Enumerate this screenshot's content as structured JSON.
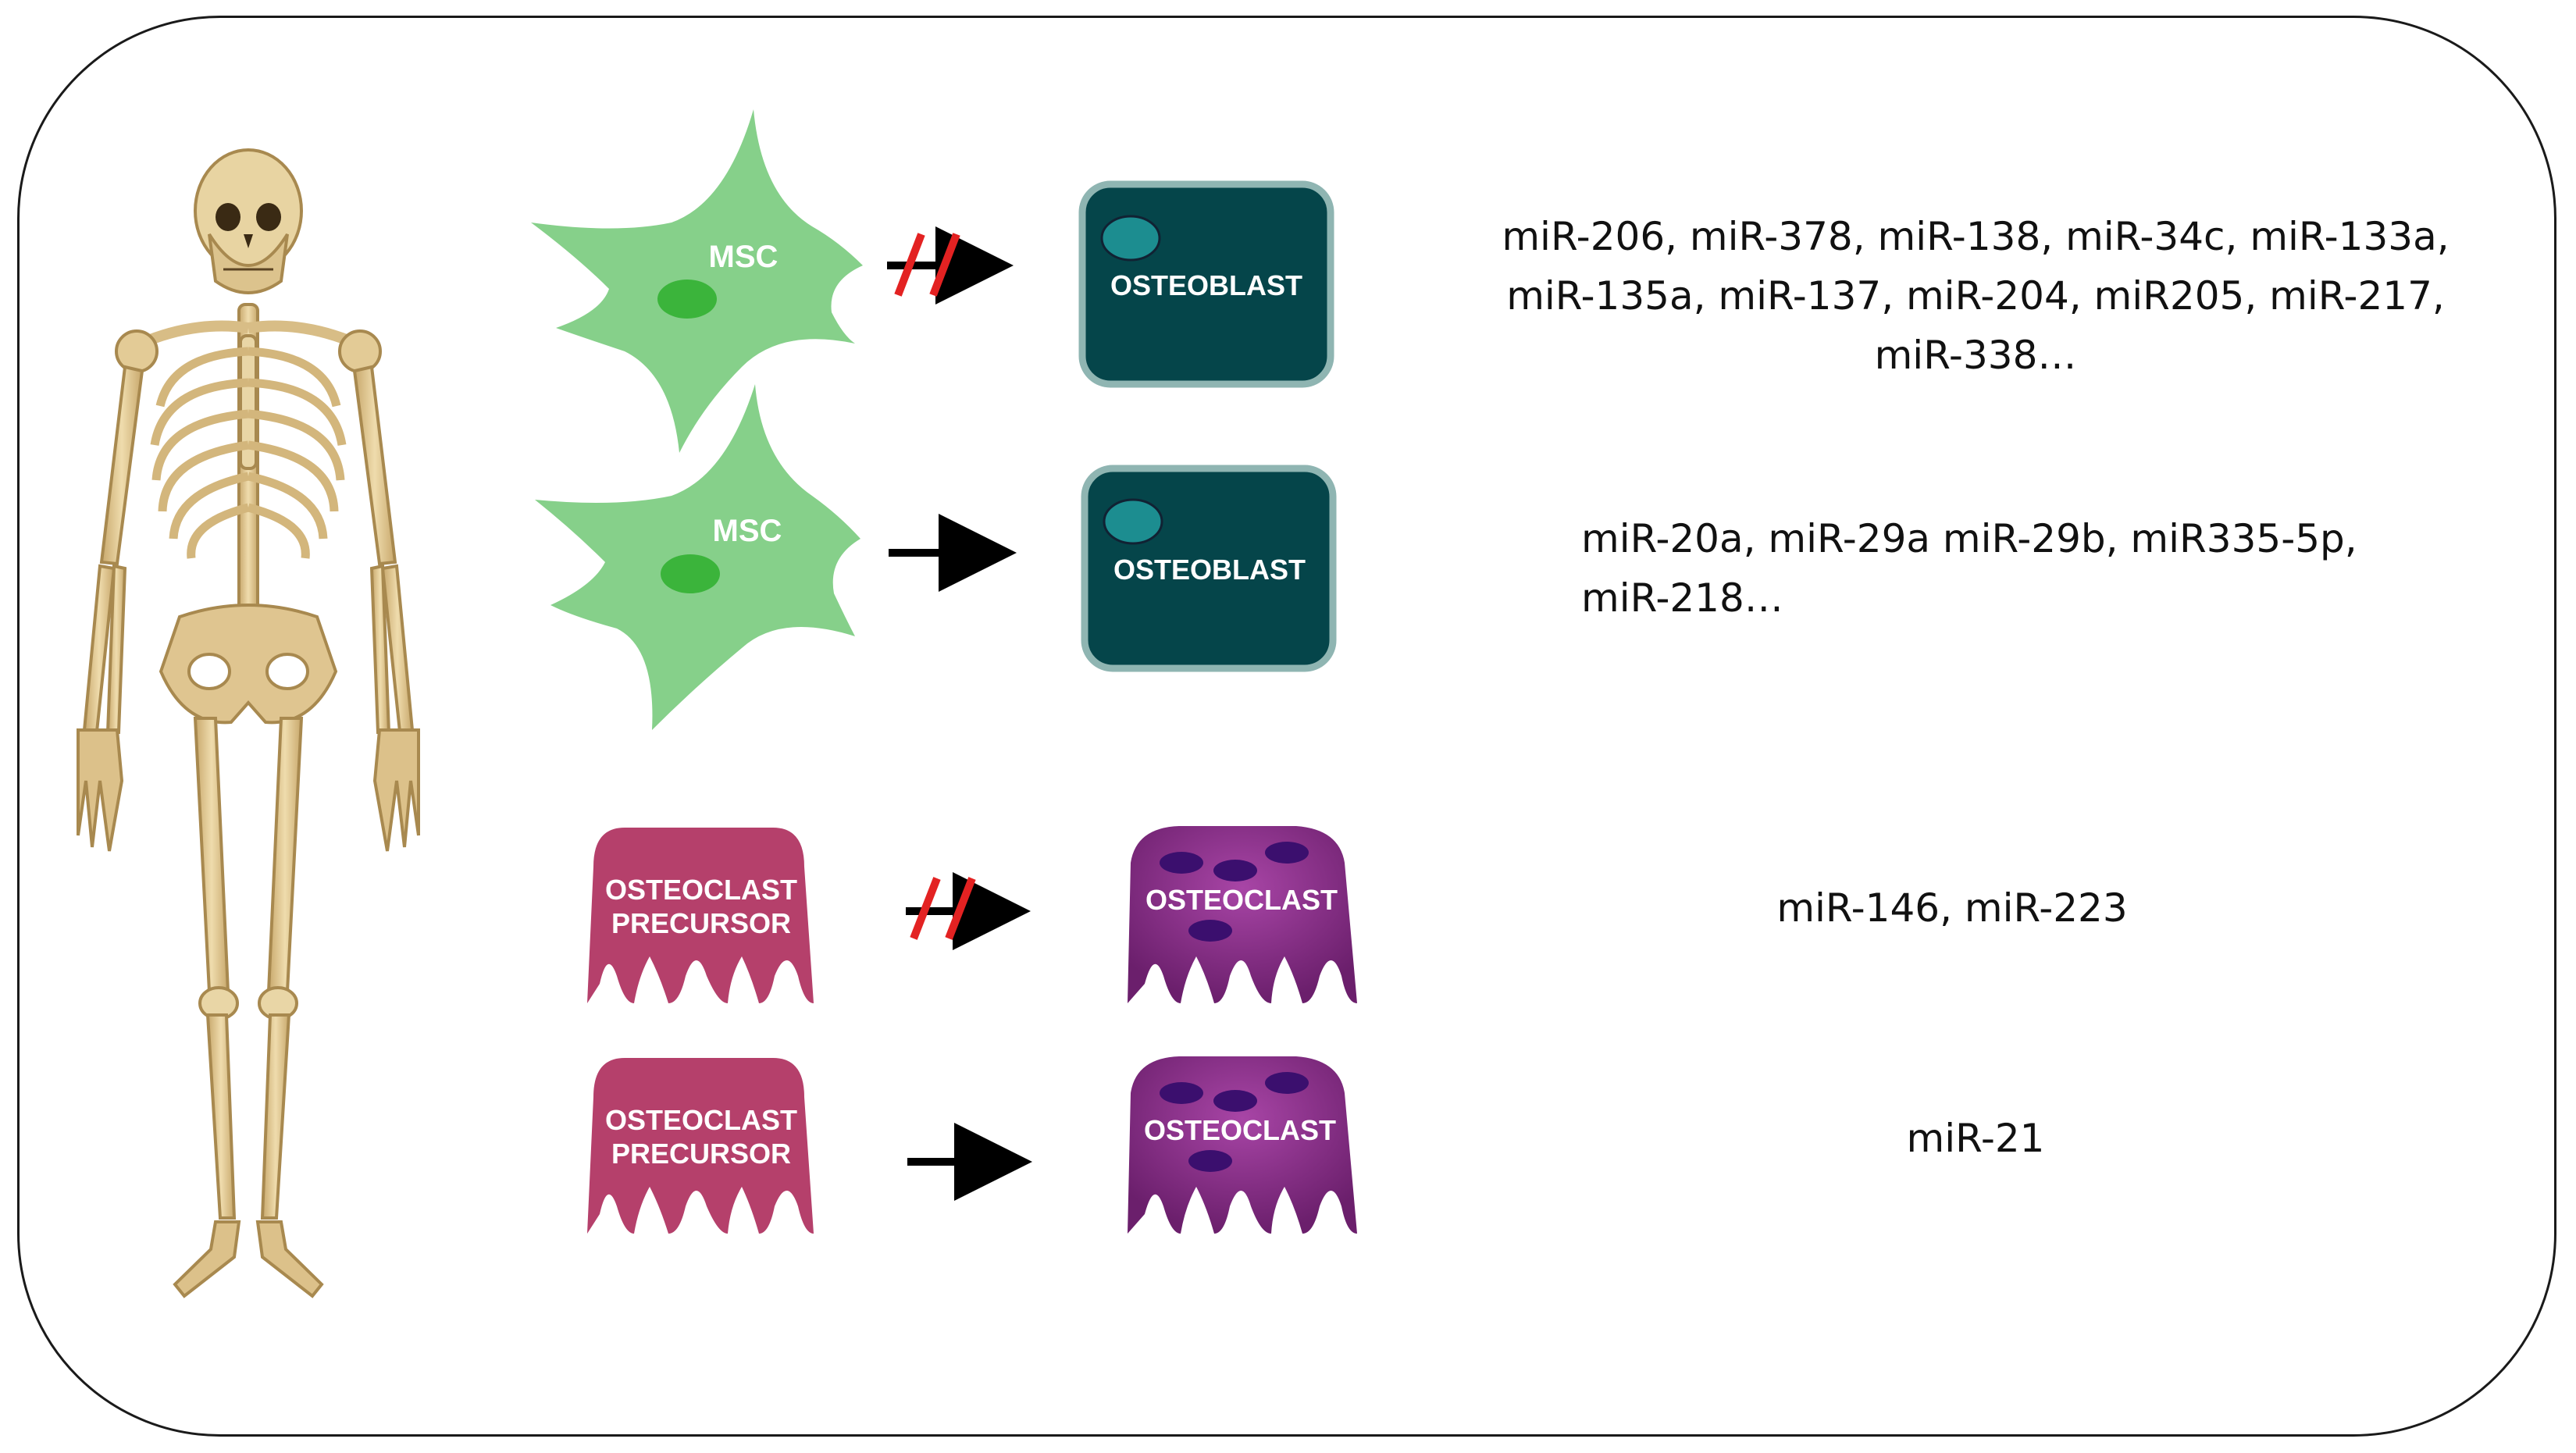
{
  "colors": {
    "msc": "#86d08a",
    "msc_nucleus": "#3bb43b",
    "osteoblast_fill": "#05454a",
    "osteoblast_border": "#8fb5b2",
    "osteoblast_nucleus": "#1c8d90",
    "precursor": "#b5406b",
    "osteoclast": "#8b2e8c",
    "osteoclast_nucleus": "#3b0f6e",
    "block_mark": "#e32222",
    "arrow": "#000000",
    "bone": "#e3cb96"
  },
  "icons": [
    "skeleton-illustration",
    "mesenchymal-stem-cell-icon",
    "osteoblast-icon",
    "osteoclast-precursor-icon",
    "osteoclast-icon",
    "arrow-icon",
    "blocked-arrow-icon"
  ],
  "rows": [
    {
      "source_label": "MSC",
      "target_label": "OSTEOBLAST",
      "arrow": "blocked",
      "mirnas": [
        "miR-206, miR-378, miR-138, miR-34c, miR-133a,",
        "miR-135a, miR-137, miR-204, miR205, miR-217,",
        "miR-338…"
      ]
    },
    {
      "source_label": "MSC",
      "target_label": "OSTEOBLAST",
      "arrow": "promote",
      "mirnas": [
        "miR-20a, miR-29a miR-29b, miR335-5p,",
        "miR-218…"
      ]
    },
    {
      "source_label": [
        "OSTEOCLAST",
        "PRECURSOR"
      ],
      "target_label": "OSTEOCLAST",
      "arrow": "blocked",
      "mirnas": [
        "miR-146, miR-223"
      ]
    },
    {
      "source_label": [
        "OSTEOCLAST",
        "PRECURSOR"
      ],
      "target_label": "OSTEOCLAST",
      "arrow": "promote",
      "mirnas": [
        "miR-21"
      ]
    }
  ]
}
